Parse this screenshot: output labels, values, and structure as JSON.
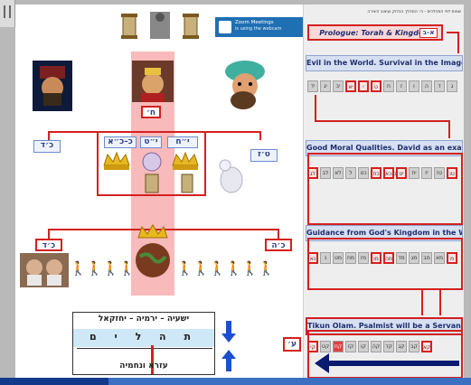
{
  "toast": {
    "title": "Zoom Meetings",
    "body": "is using the webcam"
  },
  "panel": {
    "top_caption": "שמות לפי המהלכים - כי: המהלך הבדוק ועיצוב היצירה",
    "prologue": "Prologue: Torah & Kingdom",
    "prologue_tag": "א–ב",
    "section1": "Evil in the World. Survival in the Image of God",
    "section2": "Good Moral Qualities. David as an example",
    "section3": "Guidance from God's Kingdom in the World",
    "section4": "Tikun Olam. Psalmist will be a Servant of God",
    "row1": [
      "יד",
      "יג",
      "יב",
      "יא",
      "י",
      "ט",
      "ח",
      "ז",
      "ו",
      "ה",
      "ד",
      "ג"
    ],
    "row2": [
      "לג",
      "לב",
      "לא",
      "ל",
      "כט",
      "כח",
      "כ-כא",
      "יט",
      "יח",
      "יז",
      "טז",
      "טו"
    ],
    "row3": [
      "נא",
      "נ",
      "מט",
      "מח",
      "מז",
      "מו",
      "מה",
      "מד",
      "מג",
      "מב",
      "מא",
      "מ"
    ],
    "row4": [
      "קי",
      "קט",
      "קח",
      "קז",
      "קו",
      "קה",
      "קד",
      "קג",
      "קב",
      "קא"
    ],
    "side_tag": "ע׳"
  },
  "main": {
    "heth_label": "ח׳",
    "left_label": "כ׳ד",
    "right_label": "ט׳ז",
    "triad": [
      "כ–כ״א",
      "י״ט",
      "י״ח"
    ],
    "lower_left_label": "כ׳ד",
    "lower_right_label": "כ׳ה"
  },
  "prophets": {
    "line1": "ישעיה – ירמיה – יחזקאל",
    "letters": "ת ה ל י ם",
    "line2": "עזרא ונחמיה"
  },
  "colors": {
    "highlight": "#f5a3a3",
    "accent_red": "#d42020",
    "panel_blue": "#1f2d6e",
    "toast_blue": "#1f6fb3"
  }
}
